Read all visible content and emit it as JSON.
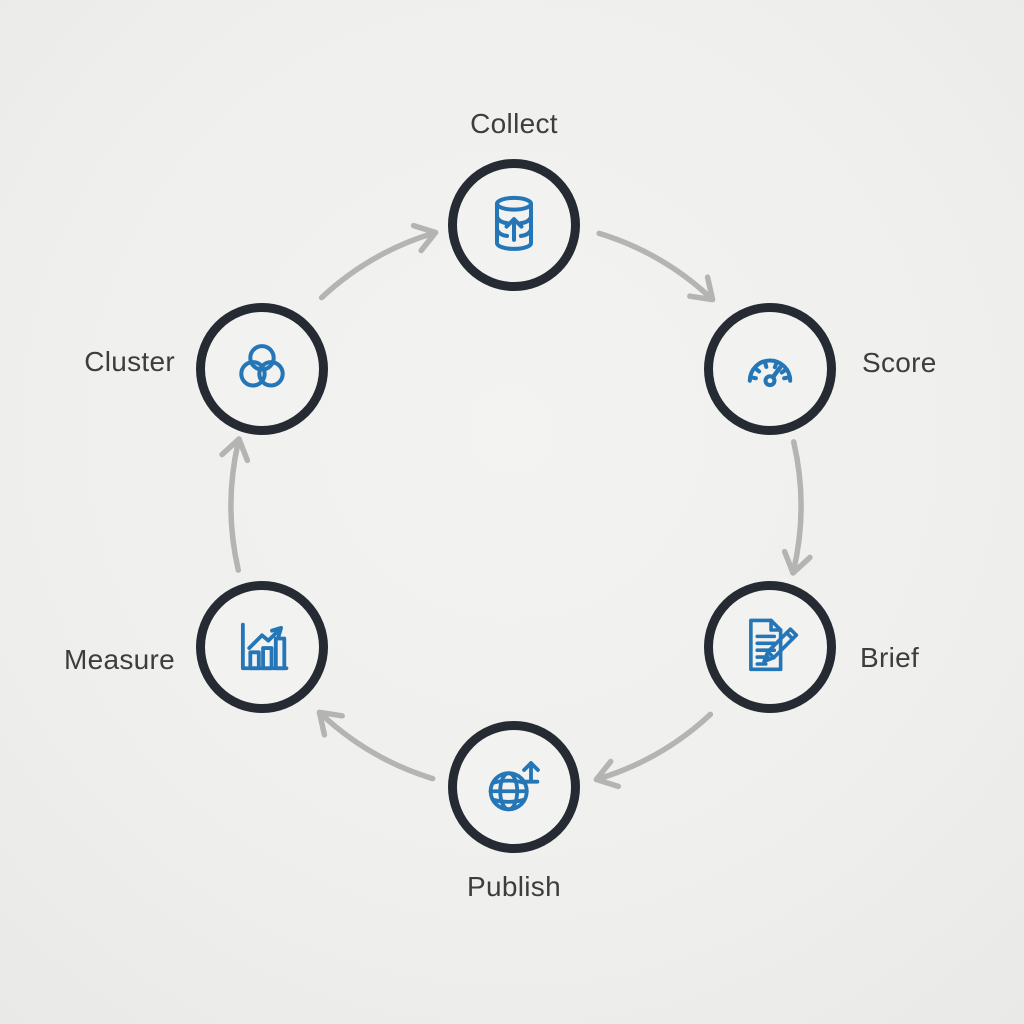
{
  "diagram": {
    "type": "cycle",
    "nodes": [
      {
        "id": "collect",
        "label": "Collect",
        "icon": "database-upload-icon",
        "position": "top"
      },
      {
        "id": "score",
        "label": "Score",
        "icon": "gauge-icon",
        "position": "top-right"
      },
      {
        "id": "brief",
        "label": "Brief",
        "icon": "document-pencil-icon",
        "position": "bottom-right"
      },
      {
        "id": "publish",
        "label": "Publish",
        "icon": "globe-upload-icon",
        "position": "bottom"
      },
      {
        "id": "measure",
        "label": "Measure",
        "icon": "bar-chart-icon",
        "position": "bottom-left"
      },
      {
        "id": "cluster",
        "label": "Cluster",
        "icon": "venn-circles-icon",
        "position": "top-left"
      }
    ],
    "flow": [
      "Collect",
      "Score",
      "Brief",
      "Publish",
      "Measure",
      "Cluster",
      "Collect"
    ],
    "flow_direction": "clockwise",
    "colors": {
      "node_ring": "#252a33",
      "icon_blue": "#2476b6",
      "arrow_gray": "#b4b4b2",
      "label_text": "#3d3d3d",
      "background": "#efefed"
    }
  }
}
